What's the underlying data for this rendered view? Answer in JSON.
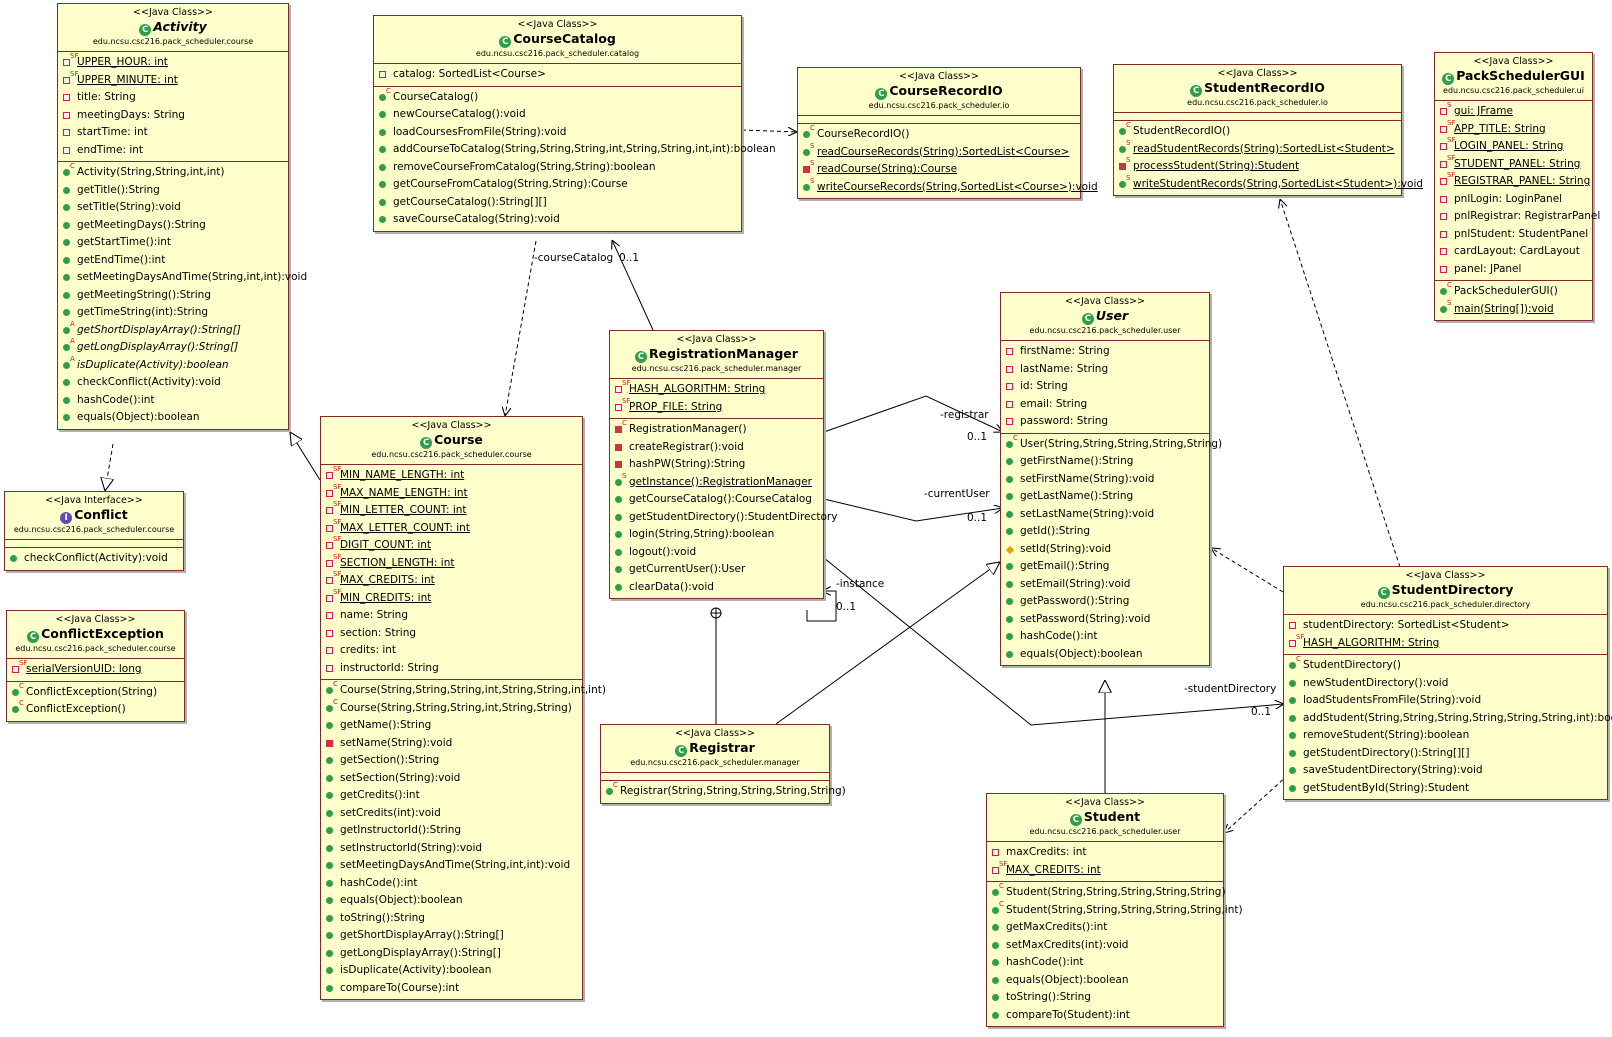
{
  "classes": {
    "activity": {
      "stereotype": "<<Java Class>>",
      "name": "Activity",
      "package": "edu.ncsu.csc216.pack_scheduler.course",
      "fields": [
        {
          "m": "SF",
          "text": "UPPER_HOUR: int"
        },
        {
          "m": "SF",
          "text": "UPPER_MINUTE: int"
        },
        {
          "text": "title: String"
        },
        {
          "text": "meetingDays: String"
        },
        {
          "text": "startTime: int"
        },
        {
          "text": "endTime: int"
        }
      ],
      "methods": [
        {
          "m": "C",
          "text": "Activity(String,String,int,int)"
        },
        {
          "text": "getTitle():String"
        },
        {
          "text": "setTitle(String):void"
        },
        {
          "text": "getMeetingDays():String"
        },
        {
          "text": "getStartTime():int"
        },
        {
          "text": "getEndTime():int"
        },
        {
          "text": "setMeetingDaysAndTime(String,int,int):void"
        },
        {
          "text": "getMeetingString():String"
        },
        {
          "text": "getTimeString(int):String"
        },
        {
          "m": "A",
          "text": "getShortDisplayArray():String[]"
        },
        {
          "m": "A",
          "text": "getLongDisplayArray():String[]"
        },
        {
          "m": "A",
          "text": "isDuplicate(Activity):boolean"
        },
        {
          "text": "checkConflict(Activity):void"
        },
        {
          "text": "hashCode():int"
        },
        {
          "text": "equals(Object):boolean"
        }
      ]
    },
    "conflict": {
      "stereotype": "<<Java Interface>>",
      "name": "Conflict",
      "package": "edu.ncsu.csc216.pack_scheduler.course",
      "fields": [],
      "methods": [
        {
          "text": "checkConflict(Activity):void"
        }
      ]
    },
    "conflictException": {
      "stereotype": "<<Java Class>>",
      "name": "ConflictException",
      "package": "edu.ncsu.csc216.pack_scheduler.course",
      "fields": [
        {
          "m": "SF",
          "text": "serialVersionUID: long"
        }
      ],
      "methods": [
        {
          "m": "C",
          "text": "ConflictException(String)"
        },
        {
          "m": "C",
          "text": "ConflictException()"
        }
      ]
    },
    "courseCatalog": {
      "stereotype": "<<Java Class>>",
      "name": "CourseCatalog",
      "package": "edu.ncsu.csc216.pack_scheduler.catalog",
      "fields": [
        {
          "text": "catalog: SortedList<Course>"
        }
      ],
      "methods": [
        {
          "m": "C",
          "text": "CourseCatalog()"
        },
        {
          "text": "newCourseCatalog():void"
        },
        {
          "text": "loadCoursesFromFile(String):void"
        },
        {
          "text": "addCourseToCatalog(String,String,String,int,String,String,int,int):boolean"
        },
        {
          "text": "removeCourseFromCatalog(String,String):boolean"
        },
        {
          "text": "getCourseFromCatalog(String,String):Course"
        },
        {
          "text": "getCourseCatalog():String[][]"
        },
        {
          "text": "saveCourseCatalog(String):void"
        }
      ]
    },
    "course": {
      "stereotype": "<<Java Class>>",
      "name": "Course",
      "package": "edu.ncsu.csc216.pack_scheduler.course",
      "fields": [
        {
          "m": "SF",
          "text": "MIN_NAME_LENGTH: int"
        },
        {
          "m": "SF",
          "text": "MAX_NAME_LENGTH: int"
        },
        {
          "m": "SF",
          "text": "MIN_LETTER_COUNT: int"
        },
        {
          "m": "SF",
          "text": "MAX_LETTER_COUNT: int"
        },
        {
          "m": "SF",
          "text": "DIGIT_COUNT: int"
        },
        {
          "m": "SF",
          "text": "SECTION_LENGTH: int"
        },
        {
          "m": "SF",
          "text": "MAX_CREDITS: int"
        },
        {
          "m": "SF",
          "text": "MIN_CREDITS: int"
        },
        {
          "text": "name: String"
        },
        {
          "text": "section: String"
        },
        {
          "text": "credits: int"
        },
        {
          "text": "instructorId: String"
        }
      ],
      "methods": [
        {
          "m": "C",
          "text": "Course(String,String,String,int,String,String,int,int)"
        },
        {
          "m": "C",
          "text": "Course(String,String,String,int,String,String)"
        },
        {
          "text": "getName():String"
        },
        {
          "v": "private",
          "text": "setName(String):void"
        },
        {
          "text": "getSection():String"
        },
        {
          "text": "setSection(String):void"
        },
        {
          "text": "getCredits():int"
        },
        {
          "text": "setCredits(int):void"
        },
        {
          "text": "getInstructorId():String"
        },
        {
          "text": "setInstructorId(String):void"
        },
        {
          "text": "setMeetingDaysAndTime(String,int,int):void"
        },
        {
          "text": "hashCode():int"
        },
        {
          "text": "equals(Object):boolean"
        },
        {
          "text": "toString():String"
        },
        {
          "text": "getShortDisplayArray():String[]"
        },
        {
          "text": "getLongDisplayArray():String[]"
        },
        {
          "text": "isDuplicate(Activity):boolean"
        },
        {
          "text": "compareTo(Course):int"
        }
      ]
    },
    "courseRecordIO": {
      "stereotype": "<<Java Class>>",
      "name": "CourseRecordIO",
      "package": "edu.ncsu.csc216.pack_scheduler.io",
      "fields": [],
      "methods": [
        {
          "m": "C",
          "text": "CourseRecordIO()"
        },
        {
          "m": "S",
          "text": "readCourseRecords(String):SortedList<Course>"
        },
        {
          "m": "S",
          "v": "private",
          "text": "readCourse(String):Course"
        },
        {
          "m": "S",
          "text": "writeCourseRecords(String,SortedList<Course>):void"
        }
      ]
    },
    "studentRecordIO": {
      "stereotype": "<<Java Class>>",
      "name": "StudentRecordIO",
      "package": "edu.ncsu.csc216.pack_scheduler.io",
      "fields": [],
      "methods": [
        {
          "m": "C",
          "text": "StudentRecordIO()"
        },
        {
          "m": "S",
          "text": "readStudentRecords(String):SortedList<Student>"
        },
        {
          "m": "S",
          "v": "private",
          "text": "processStudent(String):Student"
        },
        {
          "m": "S",
          "text": "writeStudentRecords(String,SortedList<Student>):void"
        }
      ]
    },
    "packSchedulerGUI": {
      "stereotype": "<<Java Class>>",
      "name": "PackSchedulerGUI",
      "package": "edu.ncsu.csc216.pack_scheduler.ui",
      "fields": [
        {
          "m": "S",
          "text": "gui: JFrame"
        },
        {
          "m": "SF",
          "text": "APP_TITLE: String"
        },
        {
          "m": "SF",
          "text": "LOGIN_PANEL: String"
        },
        {
          "m": "SF",
          "text": "STUDENT_PANEL: String"
        },
        {
          "m": "SF",
          "text": "REGISTRAR_PANEL: String"
        },
        {
          "text": "pnlLogin: LoginPanel"
        },
        {
          "text": "pnlRegistrar: RegistrarPanel"
        },
        {
          "text": "pnlStudent: StudentPanel"
        },
        {
          "text": "cardLayout: CardLayout"
        },
        {
          "text": "panel: JPanel"
        }
      ],
      "methods": [
        {
          "m": "C",
          "text": "PackSchedulerGUI()"
        },
        {
          "m": "S",
          "text": "main(String[]):void"
        }
      ]
    },
    "registrationManager": {
      "stereotype": "<<Java Class>>",
      "name": "RegistrationManager",
      "package": "edu.ncsu.csc216.pack_scheduler.manager",
      "fields": [
        {
          "m": "SF",
          "text": "HASH_ALGORITHM: String"
        },
        {
          "m": "SF",
          "text": "PROP_FILE: String"
        }
      ],
      "methods": [
        {
          "m": "C",
          "v": "private",
          "text": "RegistrationManager()"
        },
        {
          "v": "private",
          "text": "createRegistrar():void"
        },
        {
          "v": "private",
          "text": "hashPW(String):String"
        },
        {
          "m": "S",
          "text": "getInstance():RegistrationManager"
        },
        {
          "text": "getCourseCatalog():CourseCatalog"
        },
        {
          "text": "getStudentDirectory():StudentDirectory"
        },
        {
          "text": "login(String,String):boolean"
        },
        {
          "text": "logout():void"
        },
        {
          "text": "getCurrentUser():User"
        },
        {
          "text": "clearData():void"
        }
      ]
    },
    "registrar": {
      "stereotype": "<<Java Class>>",
      "name": "Registrar",
      "package": "edu.ncsu.csc216.pack_scheduler.manager",
      "fields": [],
      "methods": [
        {
          "m": "C",
          "text": "Registrar(String,String,String,String,String)"
        }
      ]
    },
    "user": {
      "stereotype": "<<Java Class>>",
      "name": "User",
      "package": "edu.ncsu.csc216.pack_scheduler.user",
      "fields": [
        {
          "text": "firstName: String"
        },
        {
          "text": "lastName: String"
        },
        {
          "text": "id: String"
        },
        {
          "text": "email: String"
        },
        {
          "text": "password: String"
        }
      ],
      "methods": [
        {
          "m": "C",
          "text": "User(String,String,String,String,String)"
        },
        {
          "text": "getFirstName():String"
        },
        {
          "text": "setFirstName(String):void"
        },
        {
          "text": "getLastName():String"
        },
        {
          "text": "setLastName(String):void"
        },
        {
          "text": "getId():String"
        },
        {
          "v": "package",
          "text": "setId(String):void"
        },
        {
          "text": "getEmail():String"
        },
        {
          "text": "setEmail(String):void"
        },
        {
          "text": "getPassword():String"
        },
        {
          "text": "setPassword(String):void"
        },
        {
          "text": "hashCode():int"
        },
        {
          "text": "equals(Object):boolean"
        }
      ]
    },
    "studentDirectory": {
      "stereotype": "<<Java Class>>",
      "name": "StudentDirectory",
      "package": "edu.ncsu.csc216.pack_scheduler.directory",
      "fields": [
        {
          "text": "studentDirectory: SortedList<Student>"
        },
        {
          "m": "SF",
          "text": "HASH_ALGORITHM: String"
        }
      ],
      "methods": [
        {
          "m": "C",
          "text": "StudentDirectory()"
        },
        {
          "text": "newStudentDirectory():void"
        },
        {
          "text": "loadStudentsFromFile(String):void"
        },
        {
          "text": "addStudent(String,String,String,String,String,String,int):boolean"
        },
        {
          "text": "removeStudent(String):boolean"
        },
        {
          "text": "getStudentDirectory():String[][]"
        },
        {
          "text": "saveStudentDirectory(String):void"
        },
        {
          "text": "getStudentById(String):Student"
        }
      ]
    },
    "student": {
      "stereotype": "<<Java Class>>",
      "name": "Student",
      "package": "edu.ncsu.csc216.pack_scheduler.user",
      "fields": [
        {
          "text": "maxCredits: int"
        },
        {
          "m": "SF",
          "text": "MAX_CREDITS: int"
        }
      ],
      "methods": [
        {
          "m": "C",
          "text": "Student(String,String,String,String,String)"
        },
        {
          "m": "C",
          "text": "Student(String,String,String,String,String,int)"
        },
        {
          "text": "getMaxCredits():int"
        },
        {
          "text": "setMaxCredits(int):void"
        },
        {
          "text": "hashCode():int"
        },
        {
          "text": "equals(Object):boolean"
        },
        {
          "text": "toString():String"
        },
        {
          "text": "compareTo(Student):int"
        }
      ]
    }
  },
  "associations": {
    "courseCatalog_role": "-courseCatalog",
    "catalog_mult": "0..1",
    "registrar_role": "-registrar",
    "registrar_mult": "0..1",
    "currentUser_role": "-currentUser",
    "currentUser_mult": "0..1",
    "instance_role": "-instance",
    "instance_mult": "0..1",
    "studentDirectory_role": "-studentDirectory",
    "studentDirectory_mult": "0..1"
  }
}
